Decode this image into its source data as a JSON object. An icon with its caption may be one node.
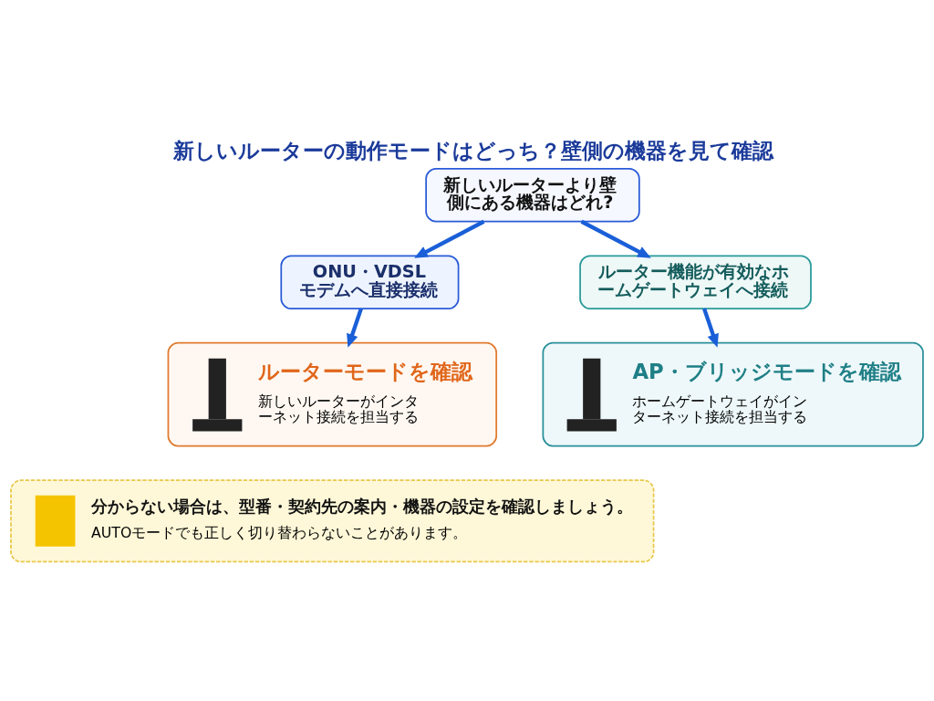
{
  "diagram": {
    "title": "新しいルーターの動作モードはどっち？壁側の機器を見て確認",
    "nodes": [
      {
        "text": [
          "新しいルーターより壁側にある機器はどれ?"
        ]
      },
      {
        "text": [
          "ONU・VDSLモデムへ直接接続"
        ]
      },
      {
        "text": [
          "ルーター機能が有効なホームゲートウェイへ接続"
        ]
      },
      {
        "text": [
          "ルーターモードを確認",
          "新しいルーターがインターネット接続を担当する"
        ]
      },
      {
        "text": [
          "AP・ブリッジモードを確認",
          "ホームゲートウェイがインターネット接続を担当する"
        ]
      },
      {
        "text": [
          "分からない場合は、型番・契約先の案内・機器の設定を確認しましょう。",
          "AUTOモードでも正しく切り替わらないことがあります。"
        ]
      }
    ],
    "edges": [
      {
        "from": 0,
        "to": 1,
        "arrow": "to"
      },
      {
        "from": 0,
        "to": 2,
        "arrow": "to"
      },
      {
        "from": 1,
        "to": 3,
        "arrow": "to"
      },
      {
        "from": 2,
        "to": 4,
        "arrow": "to"
      }
    ]
  }
}
